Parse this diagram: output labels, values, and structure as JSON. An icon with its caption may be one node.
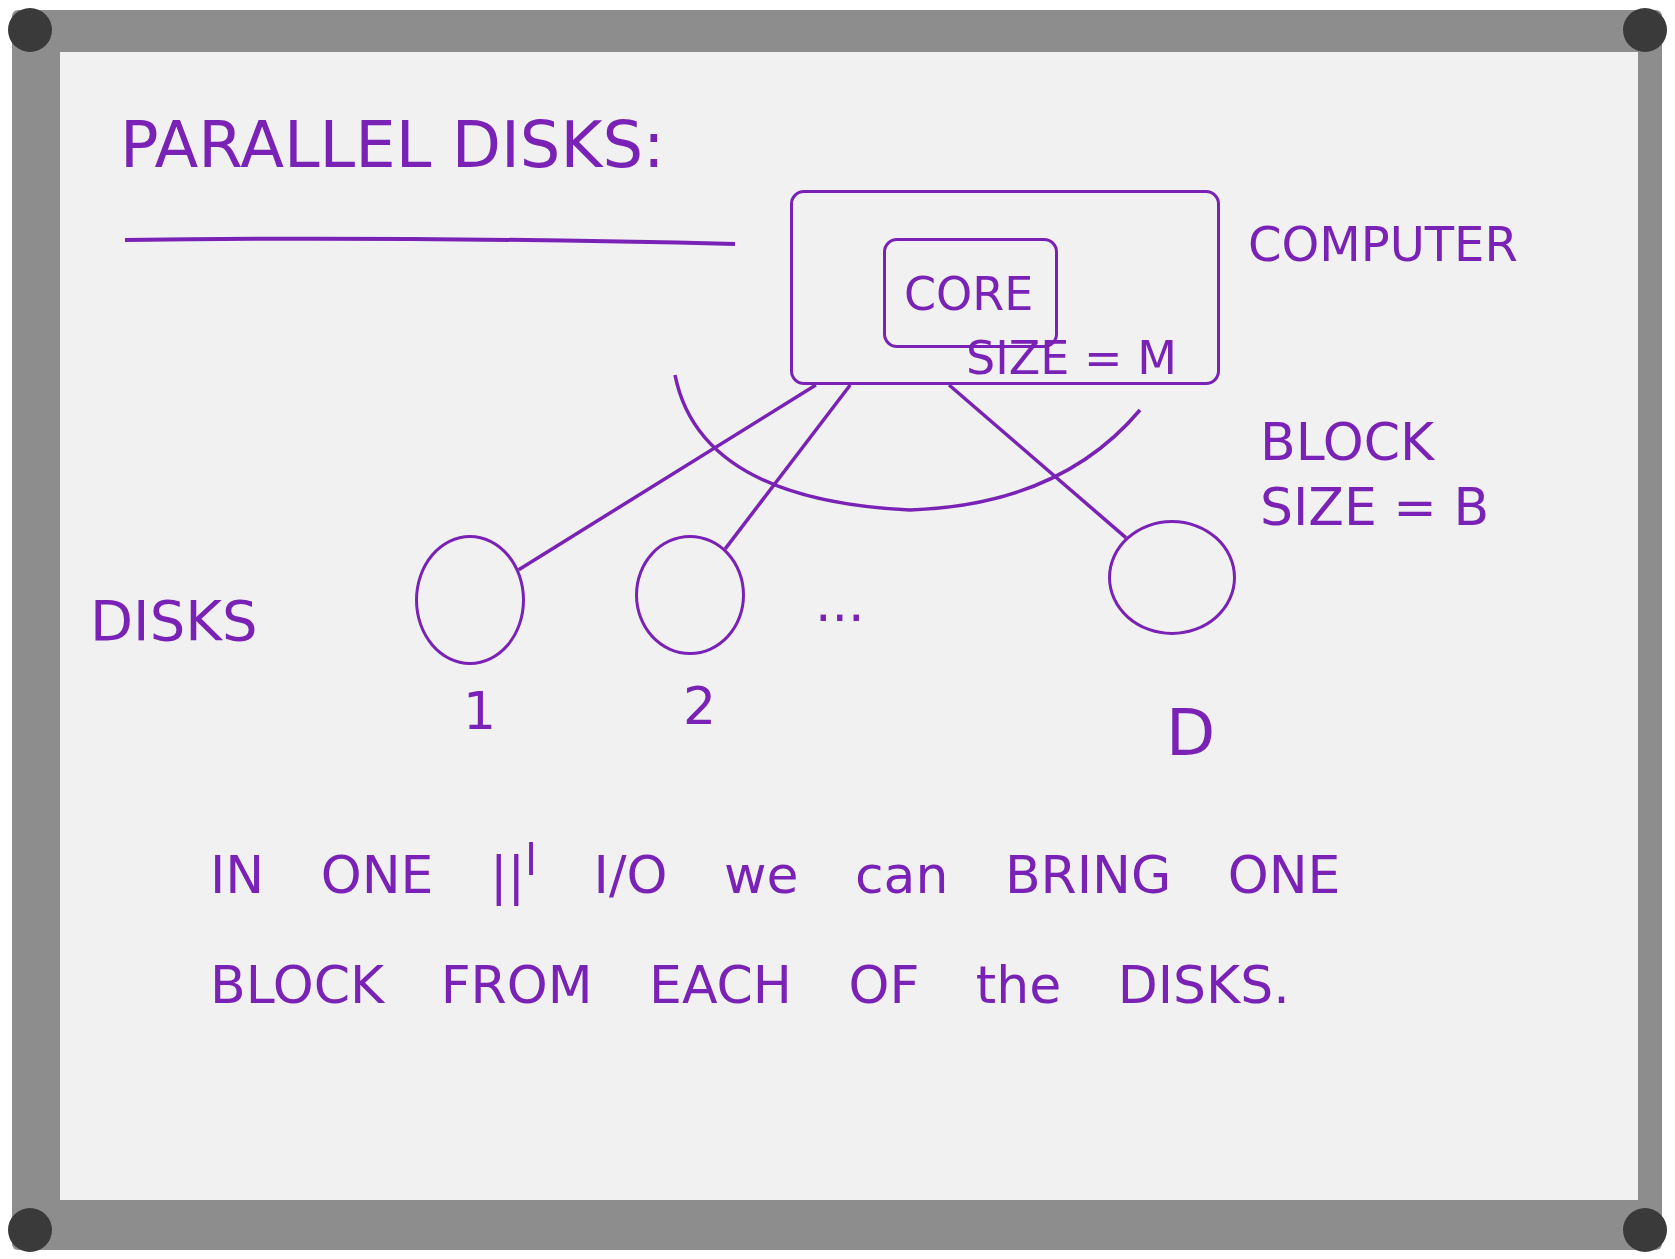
{
  "diagram": {
    "title": "PARALLEL DISKS:",
    "nodes": [
      {
        "text": [
          "COMPUTER"
        ]
      },
      {
        "text": [
          "CORE"
        ],
        "in": 0,
        "beside": [
          "SIZE = M"
        ]
      },
      {
        "text": [],
        "shape": "circle",
        "beside": [
          "1"
        ]
      },
      {
        "text": [],
        "shape": "circle",
        "beside": [
          "2"
        ]
      },
      {
        "text": [],
        "shape": "circle",
        "beside": [
          "D"
        ]
      }
    ],
    "edges": [
      {
        "from": 0,
        "to": 2,
        "arrow": "none"
      },
      {
        "from": 0,
        "to": 3,
        "arrow": "none"
      },
      {
        "from": 0,
        "to": 4,
        "arrow": "none"
      }
    ],
    "labels": [
      "BLOCK SIZE = B",
      "DISKS",
      "...",
      "IN ONE ||$^{l}$ I/O we can BRING ONE BLOCK FROM EACH OF the DISKS."
    ]
  }
}
